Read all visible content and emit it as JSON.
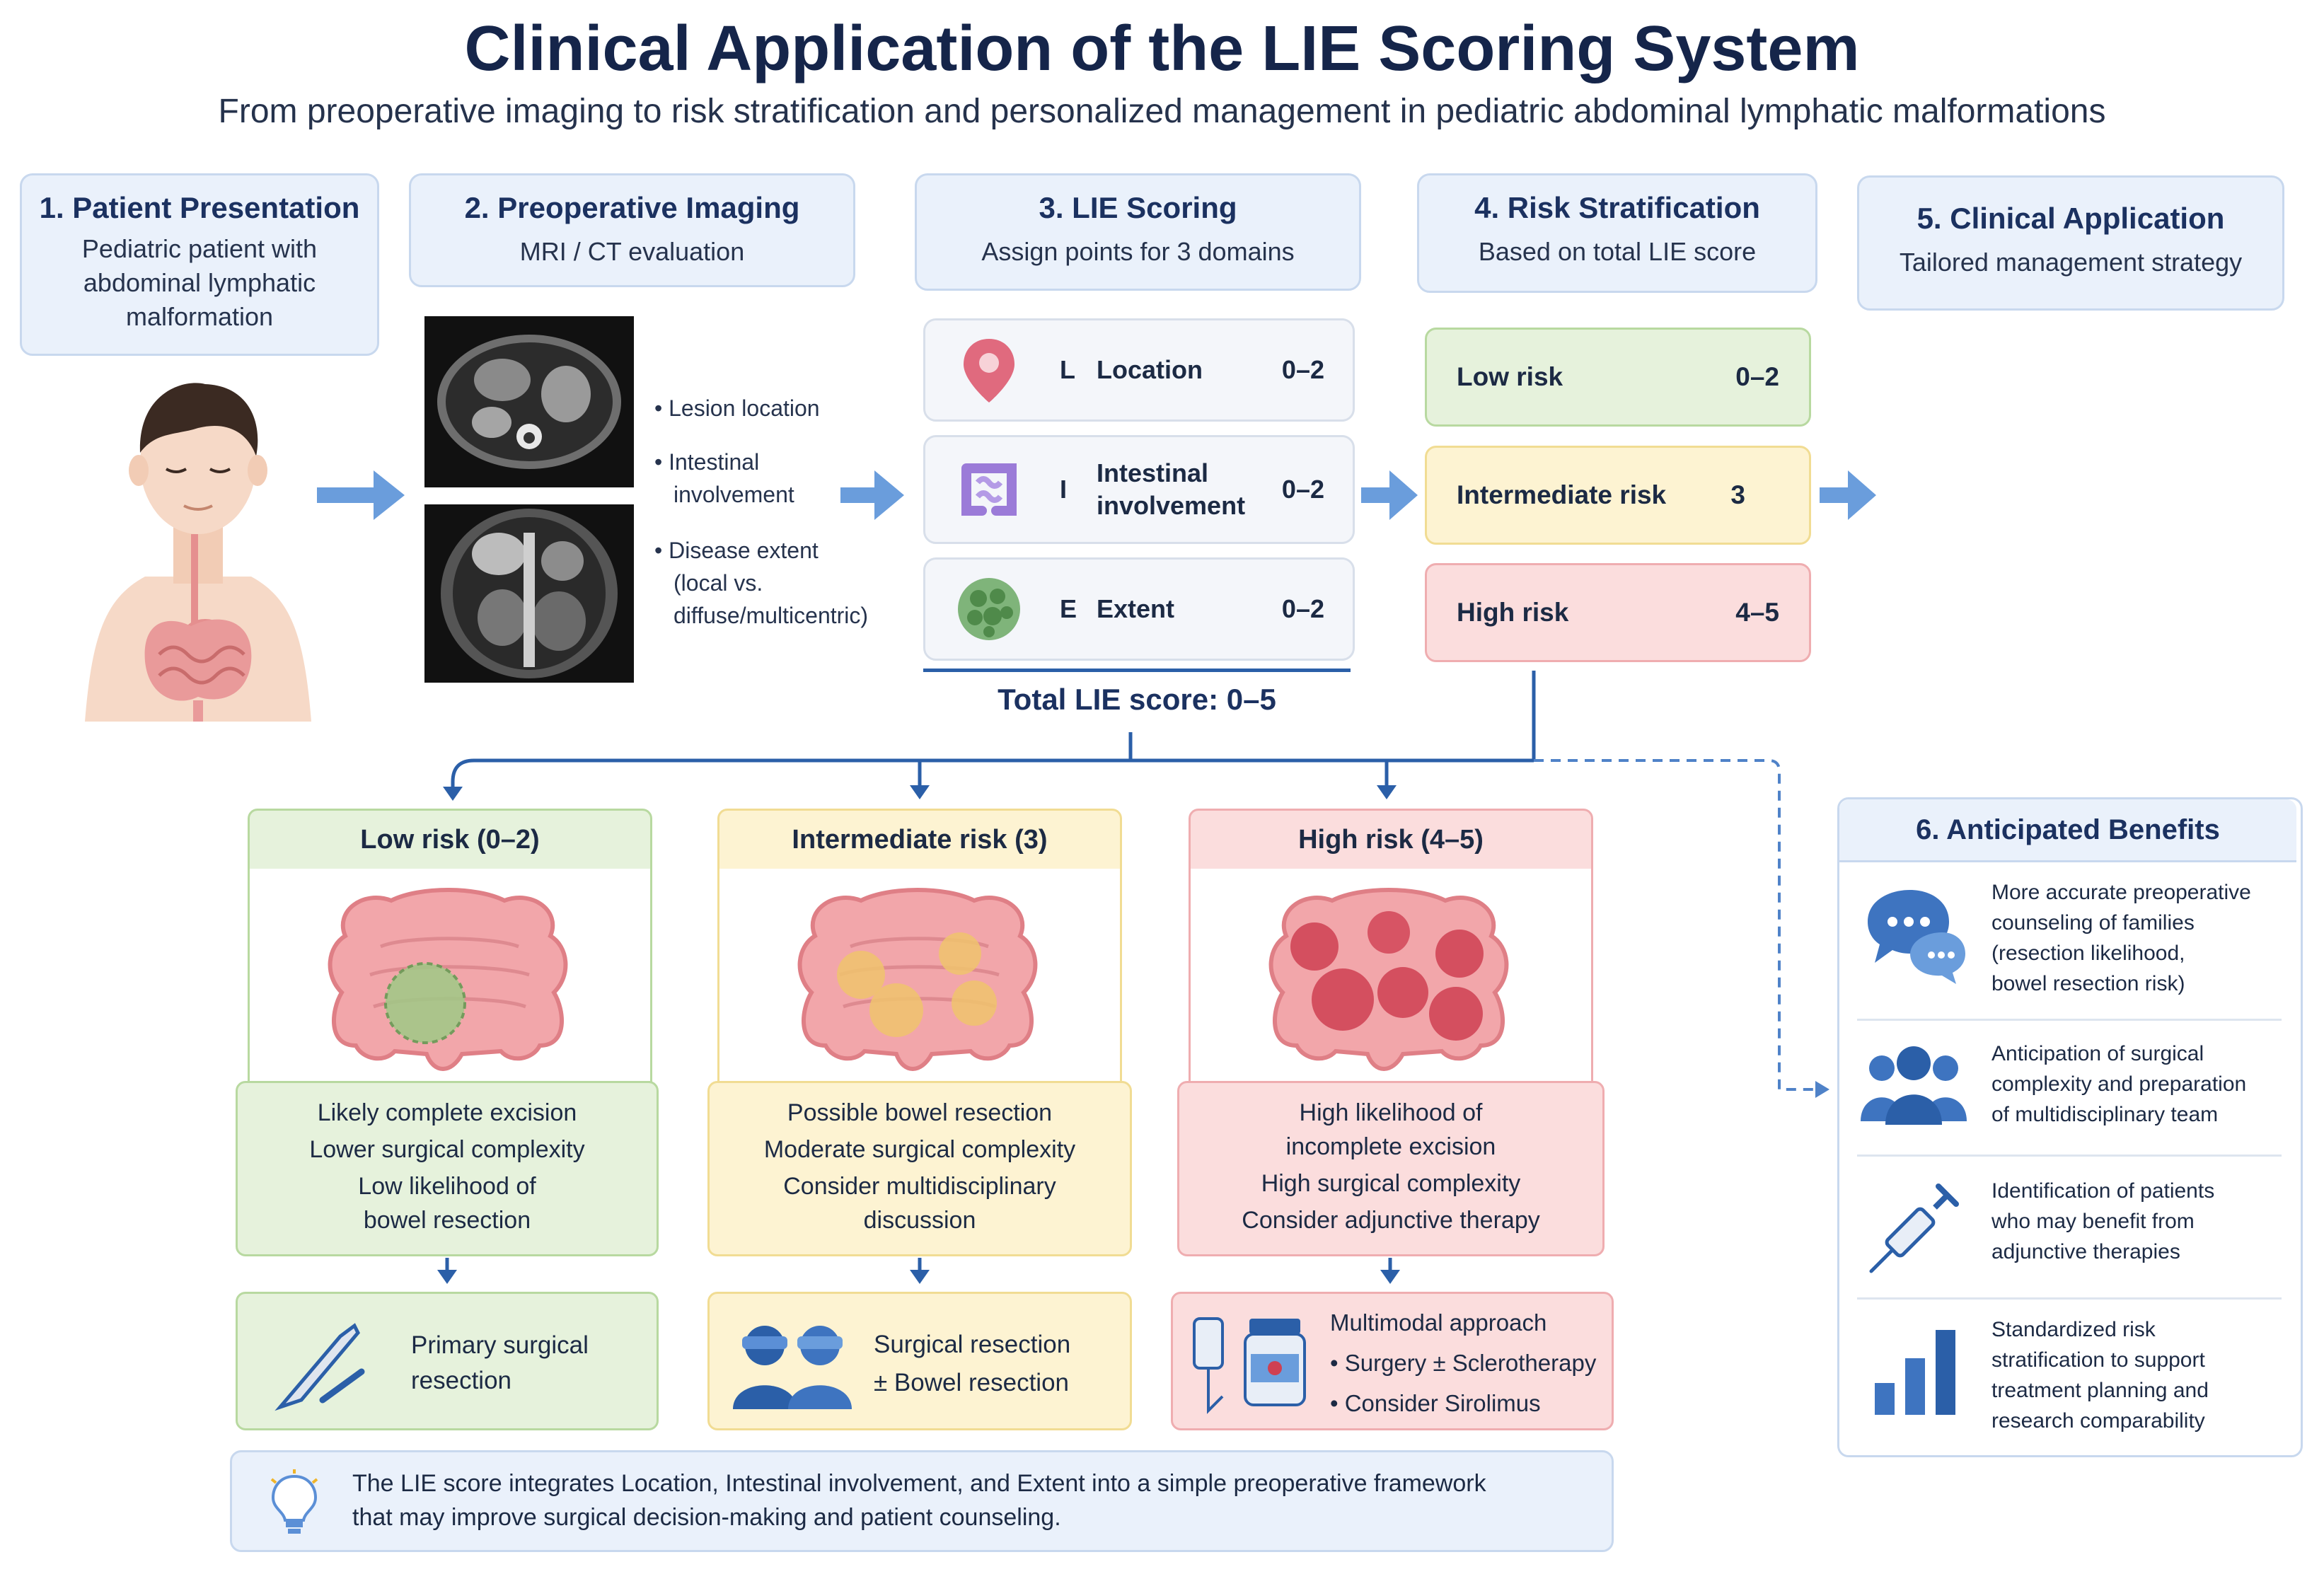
{
  "title": "Clinical Application of the LIE Scoring System",
  "subtitle": "From preoperative imaging to risk stratification and personalized management in pediatric abdominal lymphatic malformations",
  "stages": {
    "s1": {
      "title": "1. Patient Presentation",
      "lines": [
        "Pediatric patient with",
        "abdominal lymphatic",
        "malformation"
      ]
    },
    "s2": {
      "title": "2. Preoperative Imaging",
      "sub": "MRI / CT evaluation"
    },
    "s3": {
      "title": "3. LIE Scoring",
      "sub": "Assign points for 3 domains"
    },
    "s4": {
      "title": "4. Risk Stratification",
      "sub": "Based on total LIE score"
    },
    "s5": {
      "title": "5. Clinical Application",
      "sub": "Tailored management strategy"
    }
  },
  "imaging_bullets": [
    [
      "Lesion location"
    ],
    [
      "Intestinal",
      "involvement"
    ],
    [
      "Disease extent",
      "(local vs.",
      "diffuse/multicentric)"
    ]
  ],
  "lie_domains": [
    {
      "letter": "L",
      "label": "Location",
      "points": "0–2",
      "icon": "location-pin-icon"
    },
    {
      "letter": "I",
      "label": "Intestinal\ninvolvement",
      "points": "0–2",
      "icon": "intestine-icon"
    },
    {
      "letter": "E",
      "label": "Extent",
      "points": "0–2",
      "icon": "cluster-icon"
    }
  ],
  "total_score": "Total LIE score: 0–5",
  "risk_levels": [
    {
      "label": "Low risk",
      "score": "0–2",
      "bg": "#e6f2dc",
      "border": "#b8d9a0"
    },
    {
      "label": "Intermediate risk",
      "score": "3",
      "bg": "#fdf3d2",
      "border": "#f1dc93"
    },
    {
      "label": "High risk",
      "score": "4–5",
      "bg": "#fbdddd",
      "border": "#efadb0"
    }
  ],
  "columns": [
    {
      "header": "Low risk (0–2)",
      "outcomes": [
        "Likely complete excision",
        "Lower surgical complexity",
        "Low likelihood of",
        "bowel resection"
      ],
      "management": [
        "Primary surgical",
        "resection"
      ],
      "bg": "#e6f2dc",
      "border": "#b8d9a0",
      "lesion": "#8fc27a"
    },
    {
      "header": "Intermediate risk (3)",
      "outcomes": [
        "Possible bowel resection",
        "Moderate surgical complexity",
        "Consider multidisciplinary",
        "discussion"
      ],
      "management": [
        "Surgical resection",
        "± Bowel resection"
      ],
      "bg": "#fdf3d2",
      "border": "#f1dc93",
      "lesion": "#eab35a"
    },
    {
      "header": "High risk (4–5)",
      "outcomes": [
        "High likelihood of",
        "incomplete excision",
        "High surgical complexity",
        "Consider adjunctive therapy"
      ],
      "management": [
        "Multimodal approach",
        "• Surgery ± Sclerotherapy",
        "• Consider Sirolimus"
      ],
      "bg": "#fbdddd",
      "border": "#efadb0",
      "lesion": "#cf4052"
    }
  ],
  "benefits": {
    "title": "6. Anticipated Benefits",
    "items": [
      {
        "lines": [
          "More accurate preoperative",
          "counseling of families",
          "(resection likelihood,",
          "bowel resection risk)"
        ],
        "icon": "chat-bubbles-icon"
      },
      {
        "lines": [
          "Anticipation of surgical",
          "complexity and preparation",
          "of multidisciplinary team"
        ],
        "icon": "team-icon"
      },
      {
        "lines": [
          "Identification of patients",
          "who may benefit from",
          "adjunctive therapies"
        ],
        "icon": "syringe-icon"
      },
      {
        "lines": [
          "Standardized risk",
          "stratification to support",
          "treatment planning and",
          "research comparability"
        ],
        "icon": "bar-chart-icon"
      }
    ]
  },
  "footer": {
    "lines": [
      "The LIE score integrates Location, Intestinal involvement, and Extent into a simple preoperative framework",
      "that may improve surgical decision-making and patient counseling."
    ],
    "icon": "lightbulb-icon"
  },
  "colors": {
    "accent": "#5b8fd6",
    "navy": "#1b3160",
    "stage_bg": "#eaf1fb"
  }
}
